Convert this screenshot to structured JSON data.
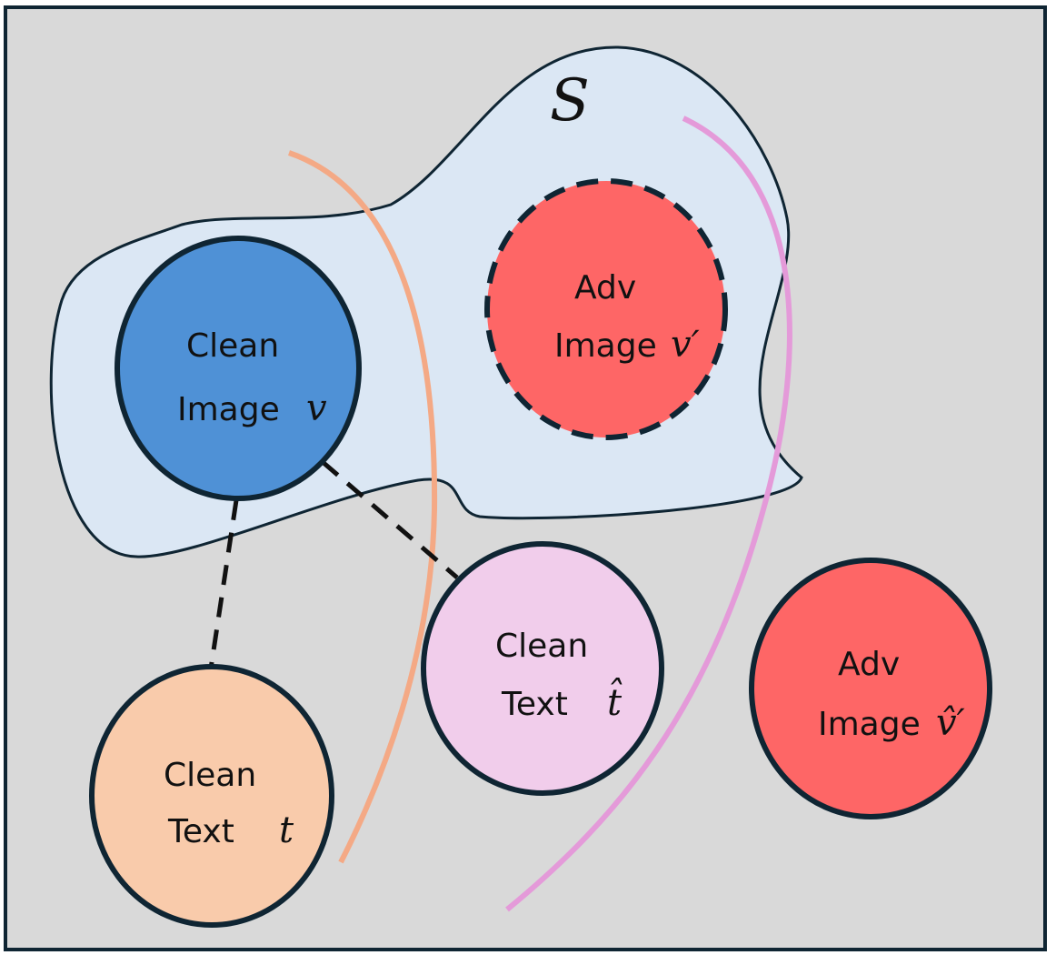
{
  "set": {
    "label": "S",
    "fill": "#dbe7f4"
  },
  "nodes": {
    "clean_image": {
      "line1": "Clean",
      "line2": "Image",
      "var": "v",
      "fill": "#4f91d6"
    },
    "adv_image_inside": {
      "line1": "Adv",
      "line2": "Image",
      "var": "v′",
      "fill": "#fe6666"
    },
    "clean_text_t": {
      "line1": "Clean",
      "line2": "Text",
      "var": "t",
      "fill": "#f9cbab"
    },
    "clean_text_that": {
      "line1": "Clean",
      "line2": "Text",
      "var": "t̂",
      "fill": "#f1cdeb"
    },
    "adv_image_hat": {
      "line1": "Adv",
      "line2": "Image",
      "var": "v̂′",
      "fill": "#fe6666"
    }
  },
  "colors": {
    "background": "#d9d9d9",
    "outline": "#0f2533",
    "orange_boundary": "#f4a985",
    "pink_boundary": "#e49ad9"
  }
}
